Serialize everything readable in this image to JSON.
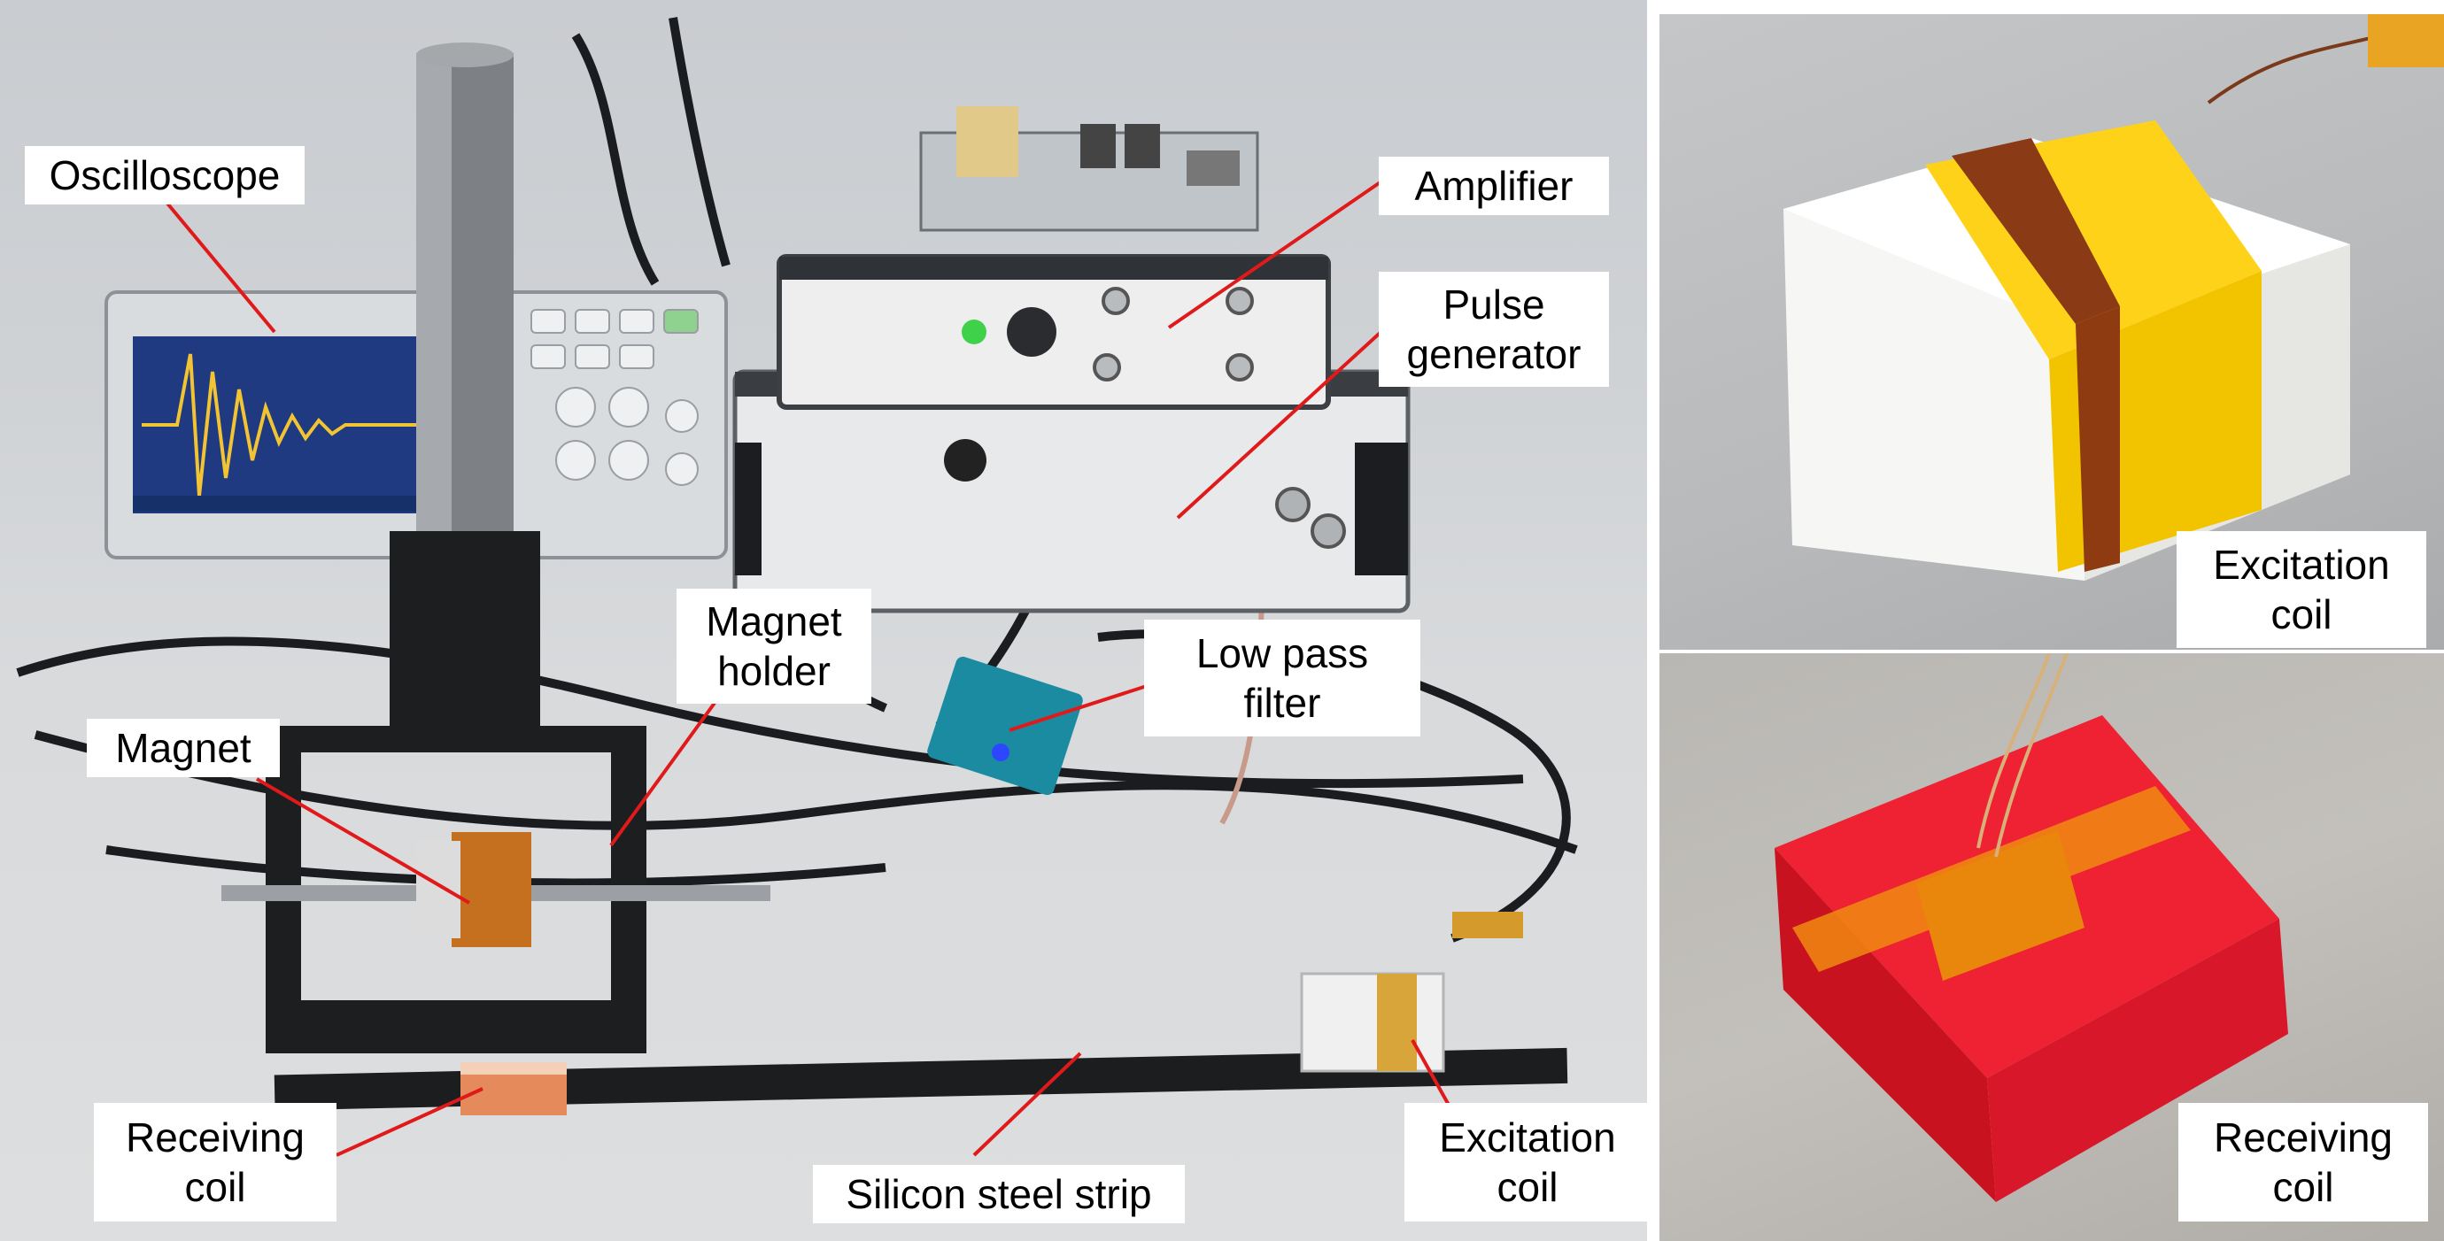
{
  "labels": {
    "oscilloscope": "Oscilloscope",
    "amplifier": "Amplifier",
    "pulse_generator_line1": "Pulse",
    "pulse_generator_line2": "generator",
    "magnet_holder_line1": "Magnet",
    "magnet_holder_line2": "holder",
    "low_pass_filter_line1": "Low pass",
    "low_pass_filter_line2": "filter",
    "magnet": "Magnet",
    "receiving_coil_line1": "Receiving",
    "receiving_coil_line2": "coil",
    "silicon_steel_strip": "Silicon steel strip",
    "excitation_coil_line1": "Excitation",
    "excitation_coil_line2": "coil",
    "right_excitation_coil_line1": "Excitation",
    "right_excitation_coil_line2": "coil",
    "right_receiving_coil_line1": "Receiving",
    "right_receiving_coil_line2": "coil"
  },
  "colors": {
    "leader_line": "#e01a1a",
    "label_bg": "#ffffff"
  }
}
